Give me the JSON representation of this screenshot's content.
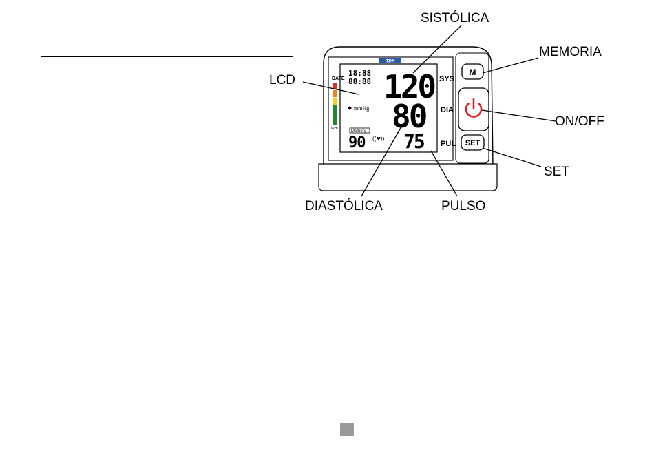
{
  "labels": {
    "sistolica": "SISTÓLICA",
    "memoria": "MEMORIA",
    "lcd": "LCD",
    "onoff": "ON/OFF",
    "set": "SET",
    "diastolica": "DIASTÓLICA",
    "pulso": "PULSO"
  },
  "device": {
    "brand": "TDK",
    "date_label": "DATE",
    "who_label": "WHO",
    "time_top": "18:88",
    "time_bottom": "88:88",
    "unit": "mmHg",
    "memory_label": "Memory",
    "memory_value": "90",
    "systolic": "120",
    "diastolic": "80",
    "pulse": "75",
    "sys_label": "SYS",
    "dia_label": "DIA",
    "pul_label": "PUL",
    "m_button": "M",
    "set_button": "SET",
    "heart": "((❤))",
    "who_colors": [
      "#d9331f",
      "#f07f1e",
      "#f5d21a",
      "#1e8a2e",
      "#1e8a2e"
    ],
    "power_color": "#e02020"
  },
  "page": {
    "marker_color": "#9a9a9a"
  }
}
